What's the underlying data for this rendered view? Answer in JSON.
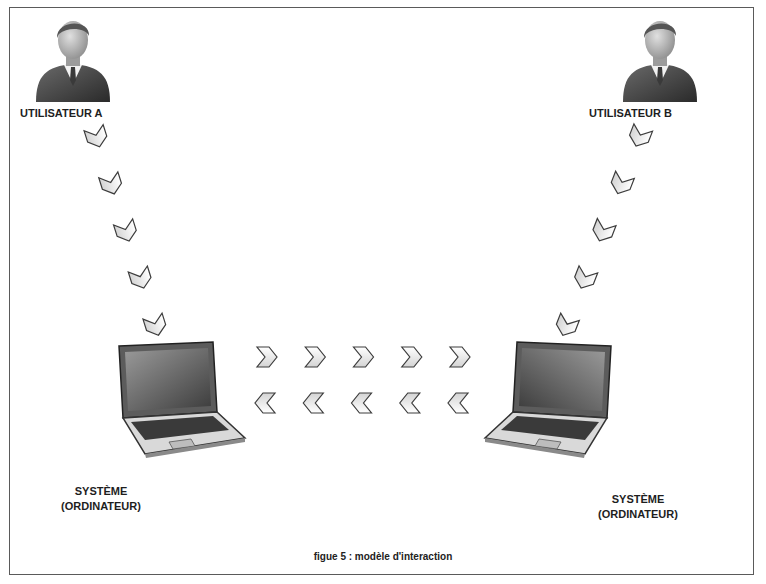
{
  "diagram": {
    "caption": "figue 5 : modèle d'interaction",
    "nodes": [
      {
        "text": [
          "UTILISATEUR A"
        ]
      },
      {
        "text": [
          "UTILISATEUR B"
        ]
      },
      {
        "text": [
          "SYSTÈME (ORDINATEUR)"
        ]
      },
      {
        "text": [
          "SYSTÈME (ORDINATEUR)"
        ]
      }
    ],
    "edges": [
      {
        "from": 0,
        "to": 2,
        "arrow": "to"
      },
      {
        "from": 1,
        "to": 3,
        "arrow": "to"
      },
      {
        "from": 2,
        "to": 3,
        "arrow": "to"
      },
      {
        "from": 3,
        "to": 2,
        "arrow": "to"
      }
    ]
  }
}
